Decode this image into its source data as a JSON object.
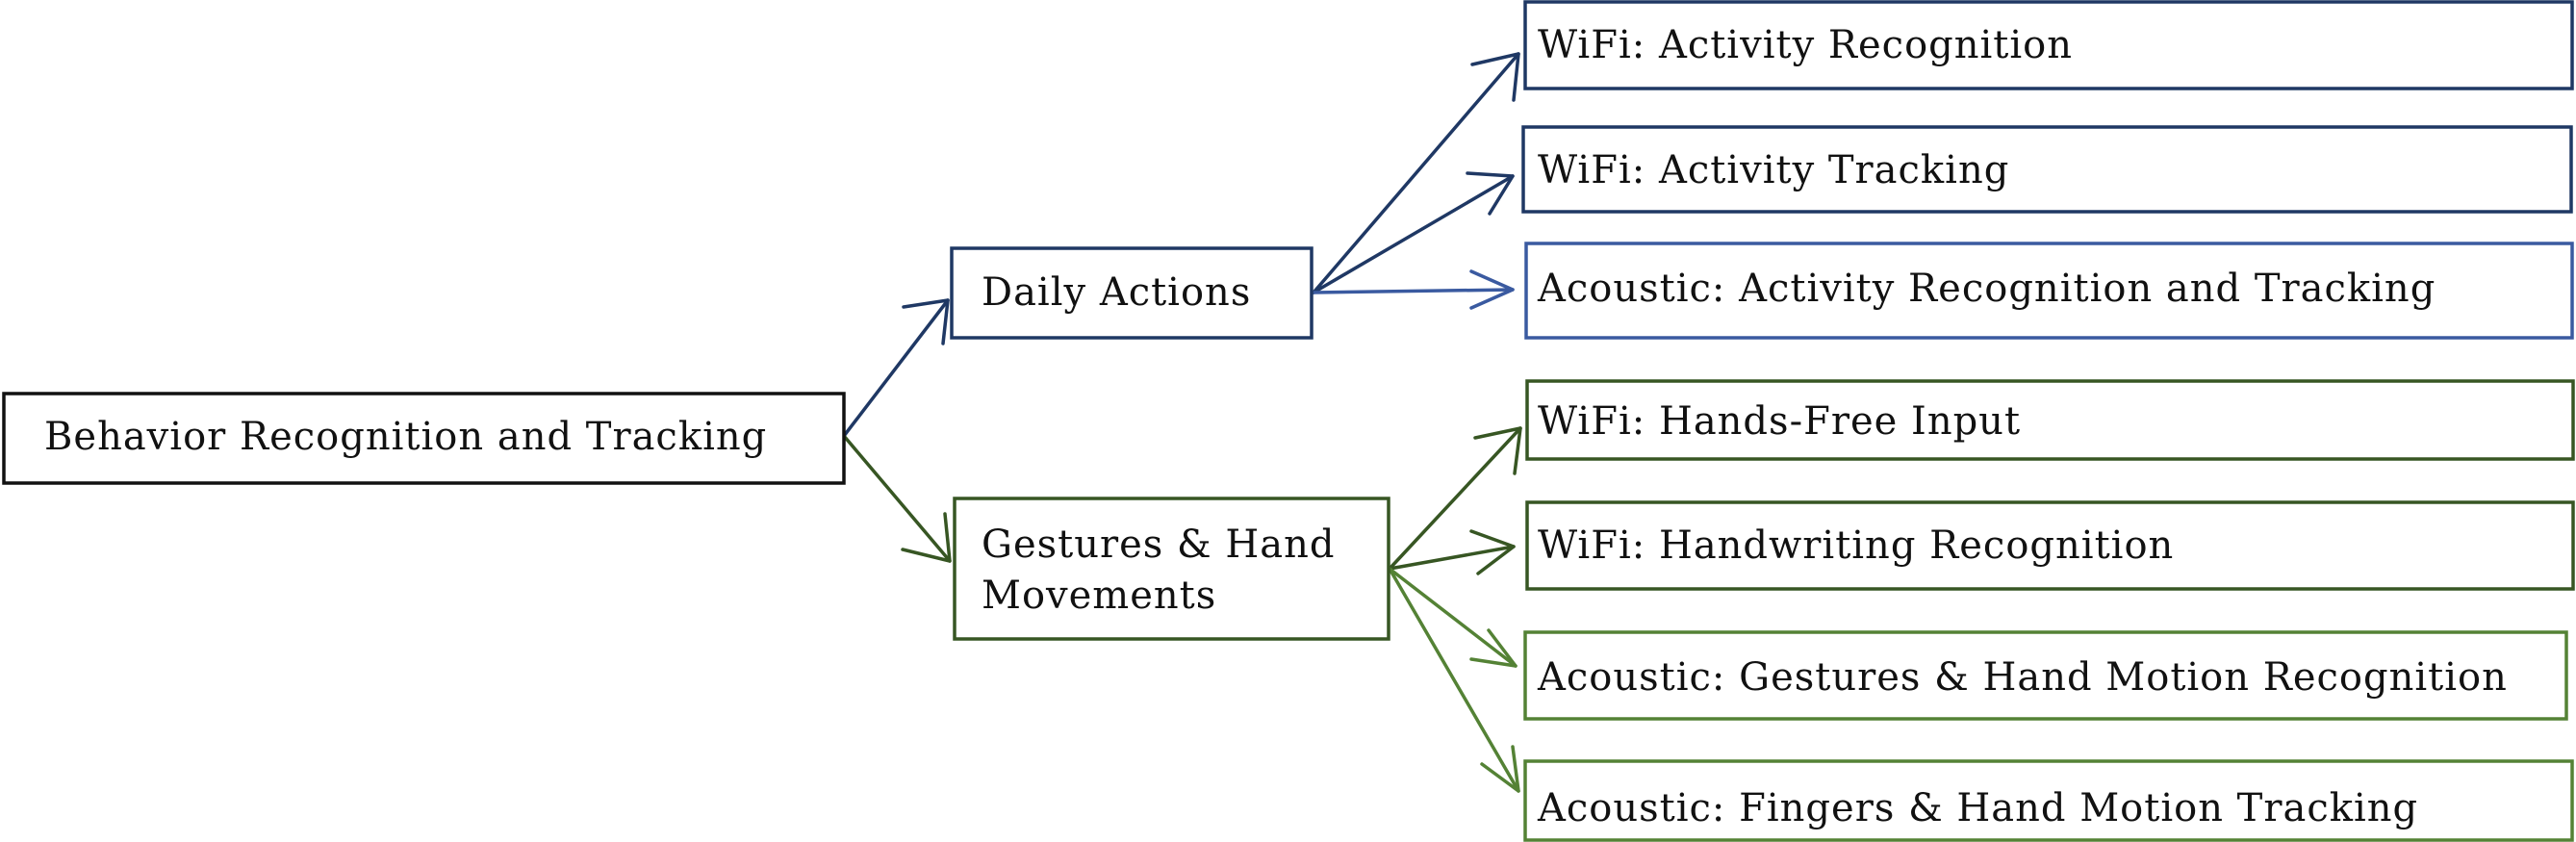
{
  "diagram": {
    "root": {
      "label": "Behavior Recognition and Tracking"
    },
    "branches": {
      "daily": {
        "label": "Daily Actions",
        "color": "#1f3864",
        "children": [
          {
            "label": "WiFi: Activity Recognition",
            "color": "#1f3864"
          },
          {
            "label": "WiFi: Activity Tracking",
            "color": "#1f3864"
          },
          {
            "label": "Acoustic: Activity Recognition and Tracking",
            "color": "#3a5aa0"
          }
        ]
      },
      "gestures": {
        "label_line1": "Gestures & Hand",
        "label_line2": "Movements",
        "color": "#375623",
        "children": [
          {
            "label": "WiFi: Hands-Free Input",
            "color": "#375623"
          },
          {
            "label": "WiFi: Handwriting Recognition",
            "color": "#375623"
          },
          {
            "label": "Acoustic: Gestures & Hand Motion Recognition",
            "color": "#548235"
          },
          {
            "label": "Acoustic: Fingers & Hand Motion Tracking",
            "color": "#548235"
          }
        ]
      }
    }
  }
}
